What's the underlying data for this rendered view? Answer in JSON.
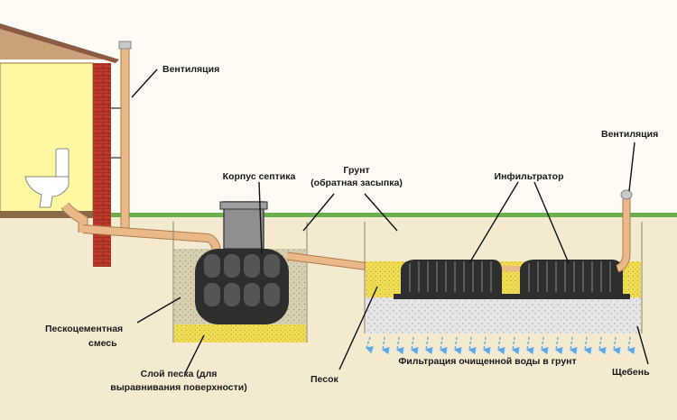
{
  "labels": {
    "ventilation_left": "Вентиляция",
    "ventilation_right": "Вентиляция",
    "septic_body": "Корпус септика",
    "soil_line1": "Грунт",
    "soil_line2": "(обратная засыпка)",
    "infiltrator": "Инфильтратор",
    "sand_cement_line1": "Пескоцементная",
    "sand_cement_line2": "смесь",
    "sand_layer_line1": "Слой песка (для",
    "sand_layer_line2": "выравнивания поверхности)",
    "sand": "Песок",
    "filtration": "Фильтрация очищенной воды в грунт",
    "gravel": "Щебень"
  },
  "colors": {
    "sky": "#fdfbf4",
    "ground": "#f4ead0",
    "grass": "#6ab04c",
    "house_wall": "#fff8a0",
    "roof": "#8a5a44",
    "brick": "#c0392b",
    "pipe": "#e9b98a",
    "septic": "#2e2e2e",
    "sand_yellow": "#f2de55",
    "sand_cement": "#d8d0b0",
    "gravel": "#e3e3e3",
    "water_arrow": "#5aa9e6"
  }
}
